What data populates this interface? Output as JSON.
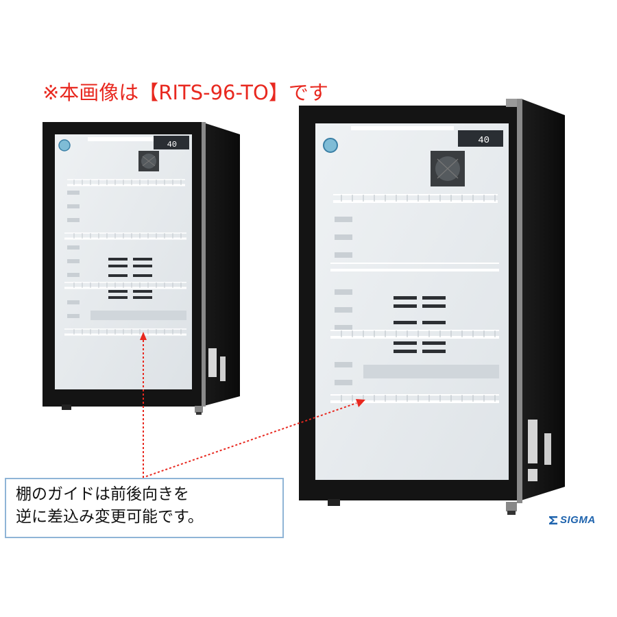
{
  "caption": "※本画像は【RITS-96-TO】です",
  "callout": {
    "line1": "棚のガイドは前後向きを",
    "line2": "逆に差込み変更可能です。"
  },
  "brand": {
    "name": "SIGMA",
    "color": "#1e63ad"
  },
  "fridge_small": {
    "display": "40"
  },
  "fridge_large": {
    "display": "40"
  },
  "colors": {
    "caption": "#e8281f",
    "arrow": "#e8281f",
    "callout_border": "#8fb4d6",
    "cabinet": "#141414",
    "interior": "#e6e9ec"
  }
}
